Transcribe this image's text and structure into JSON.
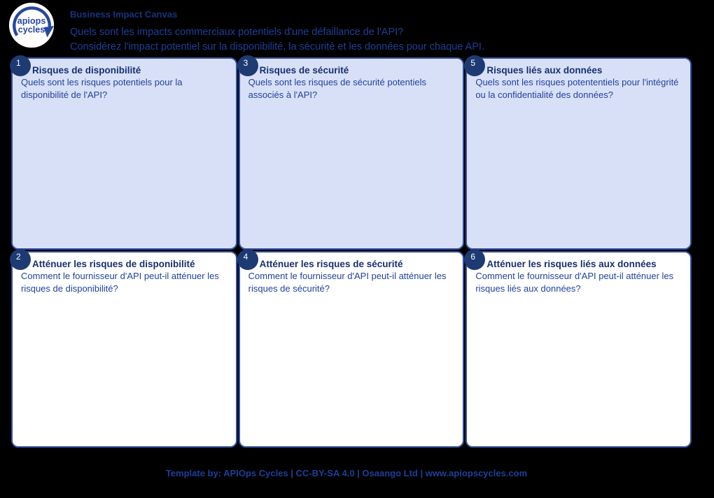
{
  "logo": {
    "line1": "apiops",
    "line2": "cycles"
  },
  "header": {
    "title": "Business Impact Canvas",
    "subtitle1": "Quels sont les impacts commerciaux potentiels d'une défaillance de l'API?",
    "subtitle2": "Considérez l'impact potentiel sur la disponibilité, la sécurité et les données pour chaque API."
  },
  "panels": [
    {
      "number": "1",
      "title": "Risques de disponibilité",
      "question": "Quels sont les risques potentiels pour la disponibilité de l'API?"
    },
    {
      "number": "3",
      "title": "Risques de sécurité",
      "question": "Quels sont les risques de sécurité potentiels associés à l'API?"
    },
    {
      "number": "5",
      "title": "Risques liés aux données",
      "question": "Quels sont les risques potententiels pour l'intégrité ou la confidentialité des données?"
    },
    {
      "number": "2",
      "title": "Atténuer les risques de disponibilité",
      "question": "Comment le fournisseur d'API peut-il atténuer les risques de disponibilité?"
    },
    {
      "number": "4",
      "title": "Atténuer les risques de sécurité",
      "question": "Comment le fournisseur d'API peut-il atténuer les risques de sécurité?"
    },
    {
      "number": "6",
      "title": "Atténuer les risques liés aux données",
      "question": "Comment le fournisseur d'API peut-il atténuer les risques liés aux données?"
    }
  ],
  "footer": {
    "credit": "Template by: APIOps Cycles | CC-BY-SA 4.0 | Osaango Ltd | www.apiopscycles.com"
  },
  "colors": {
    "bg": "#000000",
    "panel-top-fill": "#d8e0f8",
    "panel-bottom-fill": "#ffffff",
    "panel-border": "#33519f",
    "badge-bg": "#1d3a73",
    "badge-text": "#ffffff",
    "title-text": "#17316d",
    "body-text": "#1f429b",
    "header-title": "#16347c",
    "header-sub": "#1d4097",
    "footer-text": "#1d4097",
    "logo-blue": "#27479f",
    "logo-circle": "#ffffff"
  }
}
